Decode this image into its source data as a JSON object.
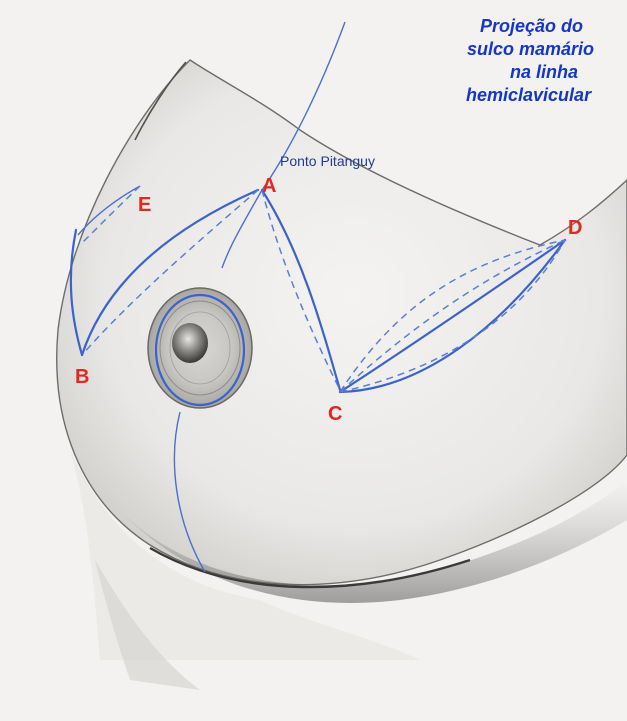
{
  "title_lines": [
    "Projeção do",
    "sulco mamário",
    "na linha",
    "hemiclavicular"
  ],
  "annotation": "Ponto Pitanguy",
  "points": {
    "A": "A",
    "B": "B",
    "C": "C",
    "D": "D",
    "E": "E"
  },
  "colors": {
    "marking_line": "#3b63c9",
    "point_label": "#e0281f",
    "title_text": "#1636c8"
  }
}
